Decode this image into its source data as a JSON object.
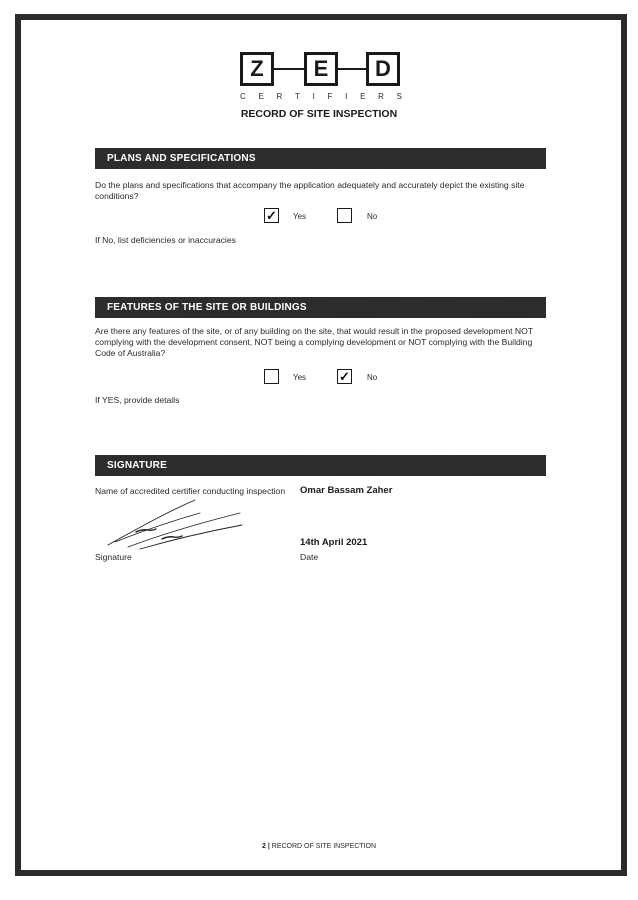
{
  "logo": {
    "letters": [
      "Z",
      "E",
      "D"
    ],
    "subtitle_letters": [
      "C",
      "E",
      "R",
      "T",
      "I",
      "F",
      "I",
      "E",
      "R",
      "S"
    ]
  },
  "document": {
    "title": "RECORD OF SITE INSPECTION"
  },
  "sections": [
    {
      "heading": "PLANS AND SPECIFICATIONS",
      "question": "Do the plans and specifications that accompany the application adequately and accurately depict the existing site conditions?",
      "options": [
        {
          "label": "Yes",
          "checked": true,
          "mark": "✓"
        },
        {
          "label": "No",
          "checked": false,
          "mark": ""
        }
      ],
      "followup": "If No, list deficiencies or inaccuracies",
      "followup_value": ""
    },
    {
      "heading": "FEATURES OF THE SITE OR BUILDINGS",
      "question": "Are there any features of the site, or of any building on the site, that would result in the proposed development NOT complying with the development consent, NOT being a complying development or NOT complying with the Building Code of Australia?",
      "options": [
        {
          "label": "Yes",
          "checked": false,
          "mark": ""
        },
        {
          "label": "No",
          "checked": true,
          "mark": "✓"
        }
      ],
      "followup": "If YES, provide details",
      "followup_value": ""
    },
    {
      "heading": "SIGNATURE",
      "certifier_label": "Name of accredited certifier conducting inspection",
      "certifier_name": "Omar Bassam Zaher",
      "signature_label": "Signature",
      "date_label": "Date",
      "date_value": "14th April 2021"
    }
  ],
  "footer": {
    "page_number": "2",
    "separator": "|",
    "text": "RECORD OF SITE INSPECTION"
  }
}
